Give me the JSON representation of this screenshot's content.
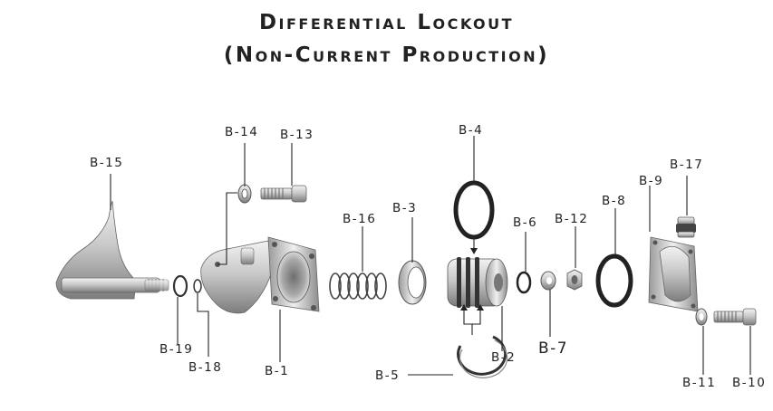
{
  "title_line1": "Differential Lockout",
  "title_line2": "(Non-Current Production)",
  "callouts": {
    "b1": "B-1",
    "b2": "B-2",
    "b3": "B-3",
    "b4": "B-4",
    "b5": "B-5",
    "b6": "B-6",
    "b7": "B-7",
    "b8": "B-8",
    "b9": "B-9",
    "b10": "B-10",
    "b11": "B-11",
    "b12": "B-12",
    "b13": "B-13",
    "b14": "B-14",
    "b15": "B-15",
    "b16": "B-16",
    "b17": "B-17",
    "b18": "B-18",
    "b19": "B-19"
  }
}
